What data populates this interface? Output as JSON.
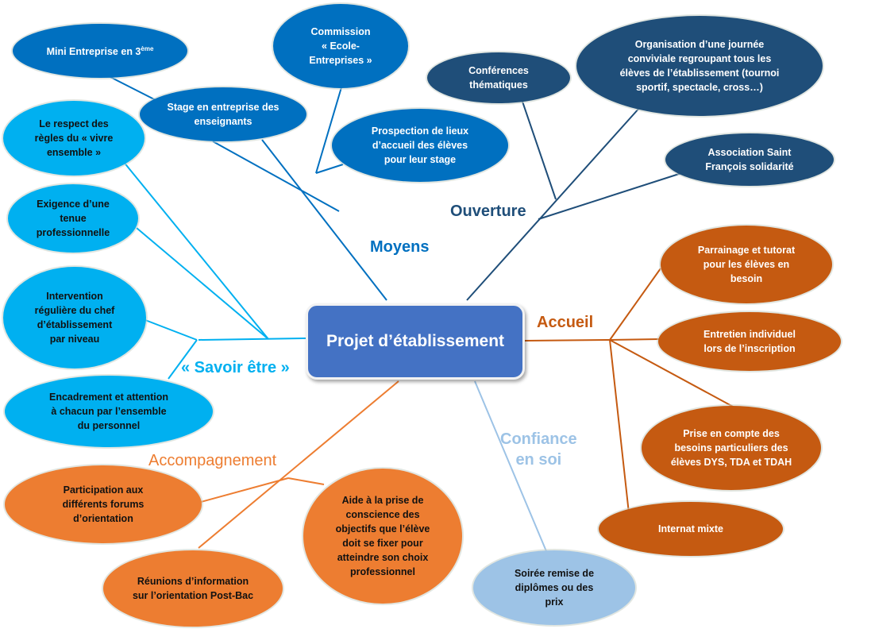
{
  "central": {
    "label": "Projet d’établissement",
    "color": "#4472c4"
  },
  "branches": {
    "moyens": {
      "label": "Moyens",
      "color": "#0070c0",
      "items": [
        {
          "label": "Mini Entreprise en 3",
          "sup": "ème"
        },
        {
          "label": "Commission\n« Ecole-\nEntreprises »"
        },
        {
          "label": "Stage en entreprise des\nenseignants"
        },
        {
          "label": "Prospection de lieux\nd’accueil des élèves\npour leur stage"
        }
      ]
    },
    "ouverture": {
      "label": "Ouverture",
      "color": "#1f4e79",
      "items": [
        {
          "label": "Conférences\nthématiques"
        },
        {
          "label": "Organisation d’une journée\nconviviale regroupant tous les\nélèves de l’établissement (tournoi\nsportif, spectacle, cross…)"
        },
        {
          "label": "Association Saint\nFrançois solidarité"
        }
      ]
    },
    "savoir_etre": {
      "label": "« Savoir être »",
      "color": "#00b0f0",
      "items": [
        {
          "label": "Le respect des\nrègles du  « vivre\nensemble »"
        },
        {
          "label": "Exigence d’une\ntenue\nprofessionnelle"
        },
        {
          "label": "Intervention\nrégulière du chef\nd’établissement\npar niveau"
        },
        {
          "label": "Encadrement et attention\nà chacun par l’ensemble\ndu personnel"
        }
      ]
    },
    "accueil": {
      "label": "Accueil",
      "color": "#c55a11",
      "items": [
        {
          "label": "Parrainage et tutorat\npour les élèves en\nbesoin"
        },
        {
          "label": "Entretien individuel\nlors de l’inscription"
        },
        {
          "label": "Prise en compte des\nbesoins particuliers des\nélèves DYS, TDA et TDAH"
        },
        {
          "label": "Internat mixte"
        }
      ]
    },
    "accompagnement": {
      "label": "Accompagnement",
      "color": "#ed7d31",
      "items": [
        {
          "label": "Participation aux\ndifférents forums\nd’orientation"
        },
        {
          "label": "Aide à la prise de\nconscience des\nobjectifs que l’élève\ndoit se fixer pour\natteindre son choix\nprofessionnel"
        },
        {
          "label": "Réunions d’information\nsur l’orientation Post-Bac"
        }
      ]
    },
    "confiance": {
      "label": "Confiance\nen soi",
      "color": "#9dc3e6",
      "items": [
        {
          "label": "Soirée remise de\ndiplômes ou des\nprix"
        }
      ]
    }
  }
}
